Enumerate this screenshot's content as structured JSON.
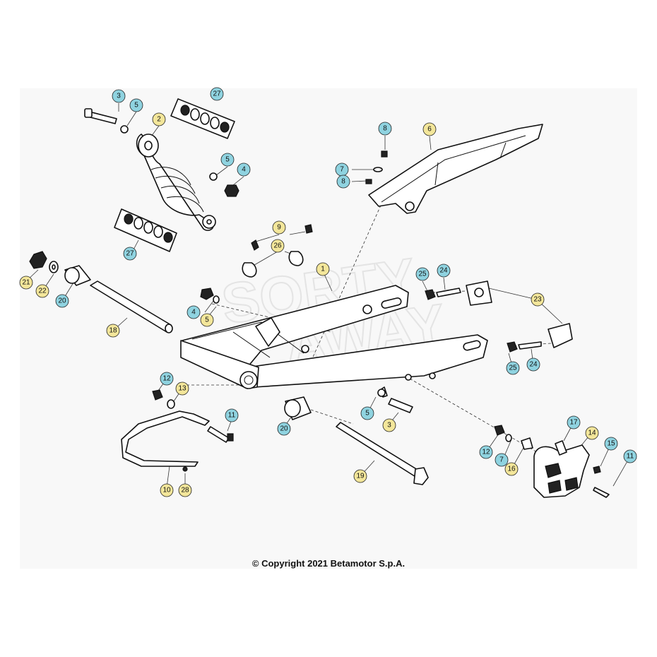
{
  "copyright": "© Copyright 2021 Betamotor S.p.A.",
  "callouts": [
    {
      "label": "3",
      "color": "#8fd3e0"
    },
    {
      "label": "5",
      "color": "#8fd3e0"
    },
    {
      "label": "27",
      "color": "#8fd3e0"
    },
    {
      "label": "2",
      "color": "#f3e69a"
    },
    {
      "label": "5",
      "color": "#8fd3e0"
    },
    {
      "label": "4",
      "color": "#8fd3e0"
    },
    {
      "label": "27",
      "color": "#8fd3e0"
    },
    {
      "label": "8",
      "color": "#8fd3e0"
    },
    {
      "label": "6",
      "color": "#f3e69a"
    },
    {
      "label": "7",
      "color": "#8fd3e0"
    },
    {
      "label": "8",
      "color": "#8fd3e0"
    },
    {
      "label": "9",
      "color": "#f3e69a"
    },
    {
      "label": "26",
      "color": "#f3e69a"
    },
    {
      "label": "1",
      "color": "#f3e69a"
    },
    {
      "label": "21",
      "color": "#f3e69a"
    },
    {
      "label": "22",
      "color": "#f3e69a"
    },
    {
      "label": "20",
      "color": "#8fd3e0"
    },
    {
      "label": "18",
      "color": "#f3e69a"
    },
    {
      "label": "4",
      "color": "#8fd3e0"
    },
    {
      "label": "5",
      "color": "#f3e69a"
    },
    {
      "label": "25",
      "color": "#8fd3e0"
    },
    {
      "label": "24",
      "color": "#8fd3e0"
    },
    {
      "label": "23",
      "color": "#f3e69a"
    },
    {
      "label": "25",
      "color": "#8fd3e0"
    },
    {
      "label": "24",
      "color": "#8fd3e0"
    },
    {
      "label": "12",
      "color": "#8fd3e0"
    },
    {
      "label": "13",
      "color": "#f3e69a"
    },
    {
      "label": "11",
      "color": "#8fd3e0"
    },
    {
      "label": "5",
      "color": "#8fd3e0"
    },
    {
      "label": "3",
      "color": "#f3e69a"
    },
    {
      "label": "20",
      "color": "#8fd3e0"
    },
    {
      "label": "19",
      "color": "#f3e69a"
    },
    {
      "label": "10",
      "color": "#f3e69a"
    },
    {
      "label": "28",
      "color": "#f3e69a"
    },
    {
      "label": "17",
      "color": "#8fd3e0"
    },
    {
      "label": "14",
      "color": "#f3e69a"
    },
    {
      "label": "15",
      "color": "#8fd3e0"
    },
    {
      "label": "11",
      "color": "#8fd3e0"
    },
    {
      "label": "12",
      "color": "#8fd3e0"
    },
    {
      "label": "7",
      "color": "#8fd3e0"
    },
    {
      "label": "16",
      "color": "#f3e69a"
    }
  ]
}
